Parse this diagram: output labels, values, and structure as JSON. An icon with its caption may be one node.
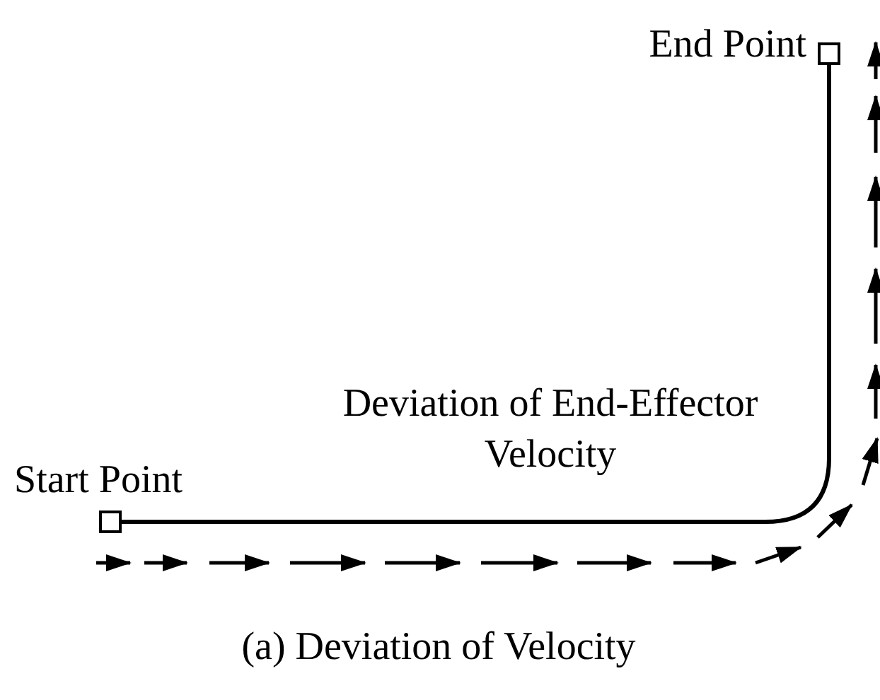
{
  "diagram": {
    "caption": "(a) Deviation of Velocity",
    "nodes": [
      {
        "text": [
          "Start Point"
        ]
      },
      {
        "text": [
          "End Point"
        ]
      }
    ],
    "edges": [
      {
        "from": 0,
        "to": 1,
        "arrow": "none"
      }
    ],
    "labels": [
      "Deviation of End-Effector Velocity"
    ]
  }
}
